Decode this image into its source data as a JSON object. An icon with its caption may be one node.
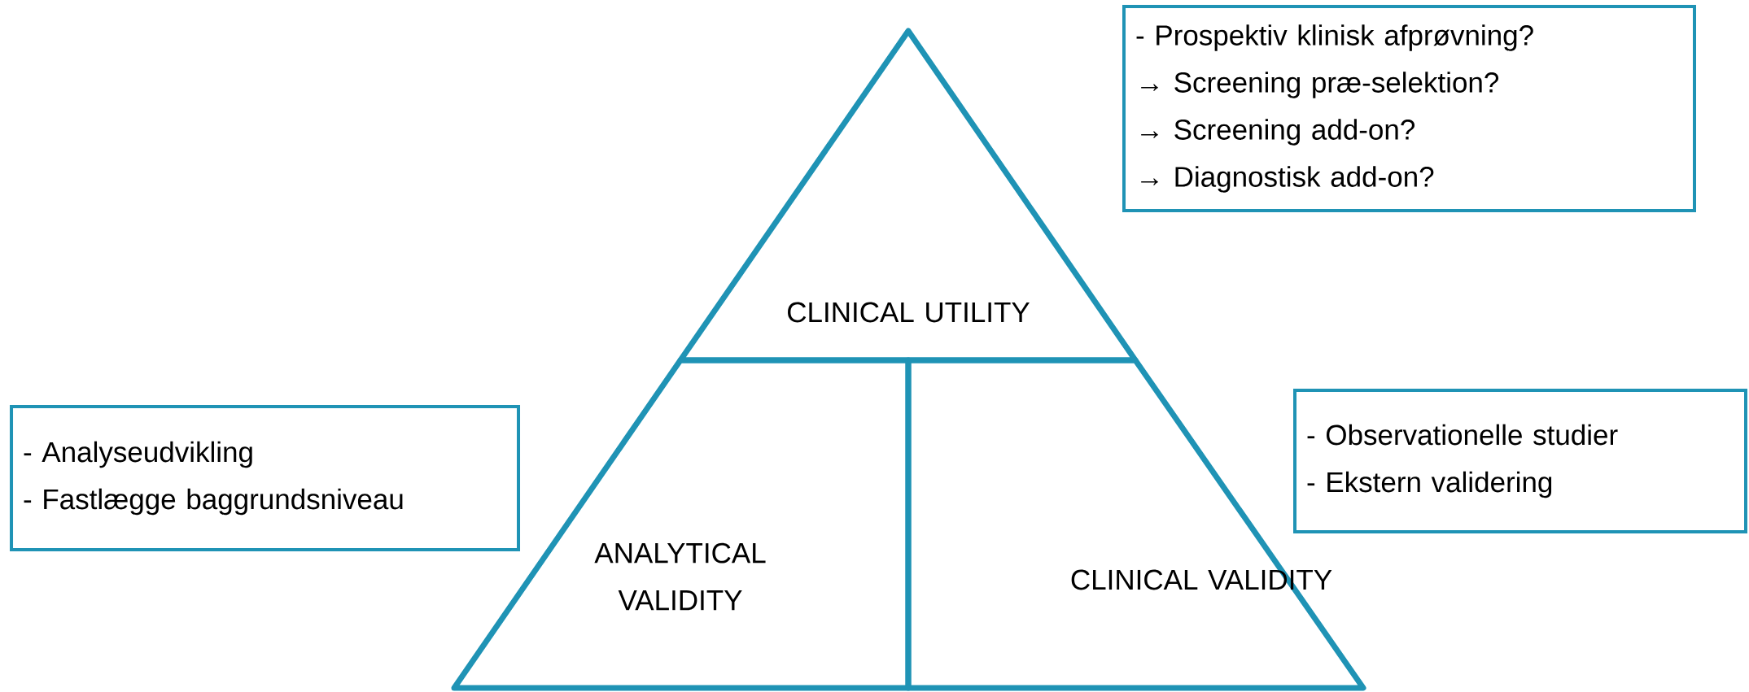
{
  "diagram": {
    "nodes": [
      {
        "text": [
          "CLINICAL UTILITY"
        ]
      },
      {
        "text": [
          "ANALYTICAL VALIDITY"
        ]
      },
      {
        "text": [
          "CLINICAL VALIDITY"
        ]
      },
      {
        "text": [
          "- Prospektiv klinisk afprøvning?",
          "→ Screening præ-selektion?",
          "→ Screening add-on?",
          "→ Diagnostisk add-on?"
        ]
      },
      {
        "text": [
          "- Analyseudvikling",
          "- Fastlægge baggrundsniveau"
        ]
      },
      {
        "text": [
          "- Observationelle studier",
          "- Ekstern validering"
        ]
      }
    ]
  }
}
